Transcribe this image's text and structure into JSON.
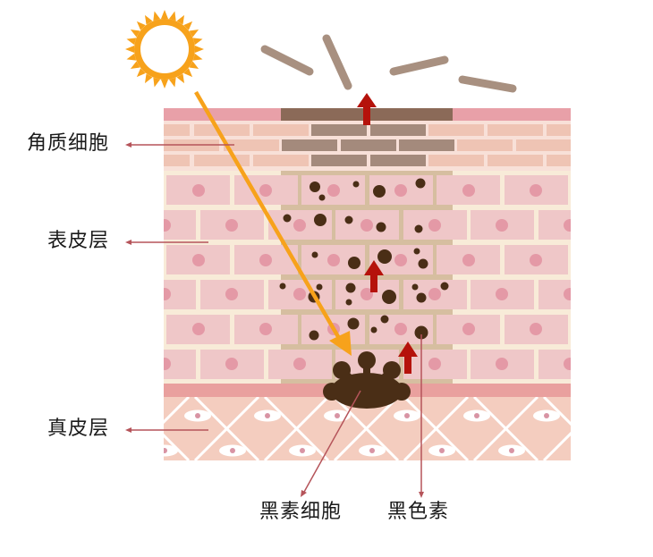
{
  "labels": {
    "stratum_corneum": "角质细胞",
    "epidermis": "表皮层",
    "dermis": "真皮层",
    "melanocyte": "黑素细胞",
    "melanin": "黑色素"
  },
  "colors": {
    "sun": "#f7a21b",
    "uv_arrow": "#f7a21b",
    "up_arrow": "#b5120b",
    "pointer_line": "#b5545a",
    "shed_flake": "#a89080",
    "top_band": "#e8a0a8",
    "top_band_dark": "#8b6a58",
    "corneum_brick": "#efc4b4",
    "corneum_brick_dark": "#a48a7c",
    "corneum_mortar": "#f8e0d8",
    "epidermis_cell": "#efc7c8",
    "epidermis_nucleus": "#e499a6",
    "epidermis_mortar": "#f8ebd8",
    "epidermis_mortar_dark": "#d6bea0",
    "basal_band": "#e9a09e",
    "dermis_bg": "#f4cdbf",
    "dermis_lines": "#ffffff",
    "dermis_nucleus": "#d894a4",
    "melanin": "#4a2e16"
  },
  "diagram": {
    "title": "UV melanin skin layers",
    "sun_icon": "sun-icon",
    "arrows": [
      "uv-ray",
      "melanin-up-arrow-surface",
      "melanin-up-arrow-mid",
      "melanin-up-arrow-lower"
    ]
  }
}
